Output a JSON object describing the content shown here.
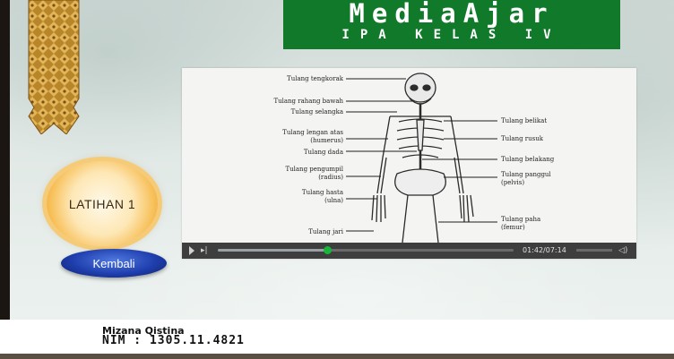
{
  "banner": {
    "title": "MediaAjar",
    "subtitle": "IPA KELAS IV"
  },
  "buttons": {
    "latihan": "LATIHAN 1",
    "kembali": "Kembali"
  },
  "diagram": {
    "left_labels": [
      {
        "text": "Tulang tengkorak",
        "line2": ""
      },
      {
        "text": "Tulang rahang bawah",
        "line2": ""
      },
      {
        "text": "Tulang selangka",
        "line2": ""
      },
      {
        "text": "Tulang lengan atas",
        "line2": "(humerus)"
      },
      {
        "text": "Tulang dada",
        "line2": ""
      },
      {
        "text": "Tulang pengumpil",
        "line2": "(radius)"
      },
      {
        "text": "Tulang hasta",
        "line2": "(ulna)"
      },
      {
        "text": "Tulang jari",
        "line2": ""
      }
    ],
    "right_labels": [
      {
        "text": "Tulang belikat",
        "line2": ""
      },
      {
        "text": "Tulang rusuk",
        "line2": ""
      },
      {
        "text": "Tulang belakang",
        "line2": ""
      },
      {
        "text": "Tulang panggul",
        "line2": "(pelvis)"
      },
      {
        "text": "Tulang paha",
        "line2": "(femur)"
      }
    ]
  },
  "player": {
    "time": "01:42/07:14",
    "progress": 0.37
  },
  "footer": {
    "author": "Mizana Qistina",
    "nim": "NIM : 1305.11.4821"
  },
  "colors": {
    "banner": "#117a2a",
    "latihan": "#f7be55",
    "kembali": "#1f3fae",
    "progress_knob": "#18b63a"
  }
}
